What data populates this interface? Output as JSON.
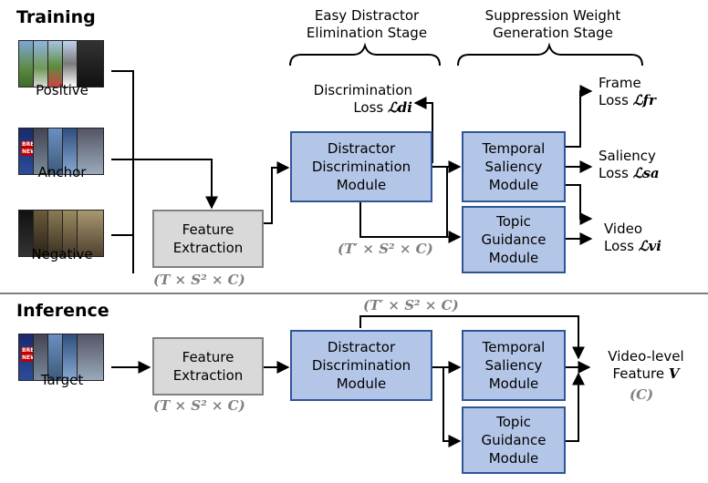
{
  "sections": {
    "training": "Training",
    "inference": "Inference"
  },
  "stages": {
    "easy": "Easy Distractor\nElimination Stage",
    "suppression": "Suppression Weight\nGeneration Stage"
  },
  "inputs": {
    "positive": "Positive",
    "anchor": "Anchor",
    "negative": "Negative",
    "target": "Target",
    "news_tag": "BREAKING\nNEWS"
  },
  "modules": {
    "feature_extraction": "Feature\nExtraction",
    "distractor": "Distractor\nDiscrimination\nModule",
    "temporal": "Temporal\nSaliency\nModule",
    "topic": "Topic\nGuidance\nModule"
  },
  "losses": {
    "discrimination_text": "Discrimination",
    "discrimination_loss": "Loss",
    "discrimination_sym": "ℒdi",
    "frame_text": "Frame",
    "frame_loss": "Loss",
    "frame_sym": "ℒfr",
    "saliency_text": "Saliency",
    "saliency_loss": "Loss",
    "saliency_sym": "ℒsa",
    "video_text": "Video",
    "video_loss": "Loss",
    "video_sym": "ℒvi"
  },
  "dims": {
    "full": "(T × S² × C)",
    "reduced": "(T′ × S² × C)",
    "c": "(C)"
  },
  "output": {
    "line1": "Video-level",
    "line2": "Feature",
    "symbol": "V"
  },
  "colors": {
    "module_fill": "#b4c6e7",
    "module_border": "#2f5597",
    "feature_fill": "#d9d9d9",
    "feature_border": "#808080",
    "dim_text": "#7f7f7f",
    "divider": "#808080"
  },
  "icons": {
    "video_thumbnails": "video-frames-icon"
  }
}
